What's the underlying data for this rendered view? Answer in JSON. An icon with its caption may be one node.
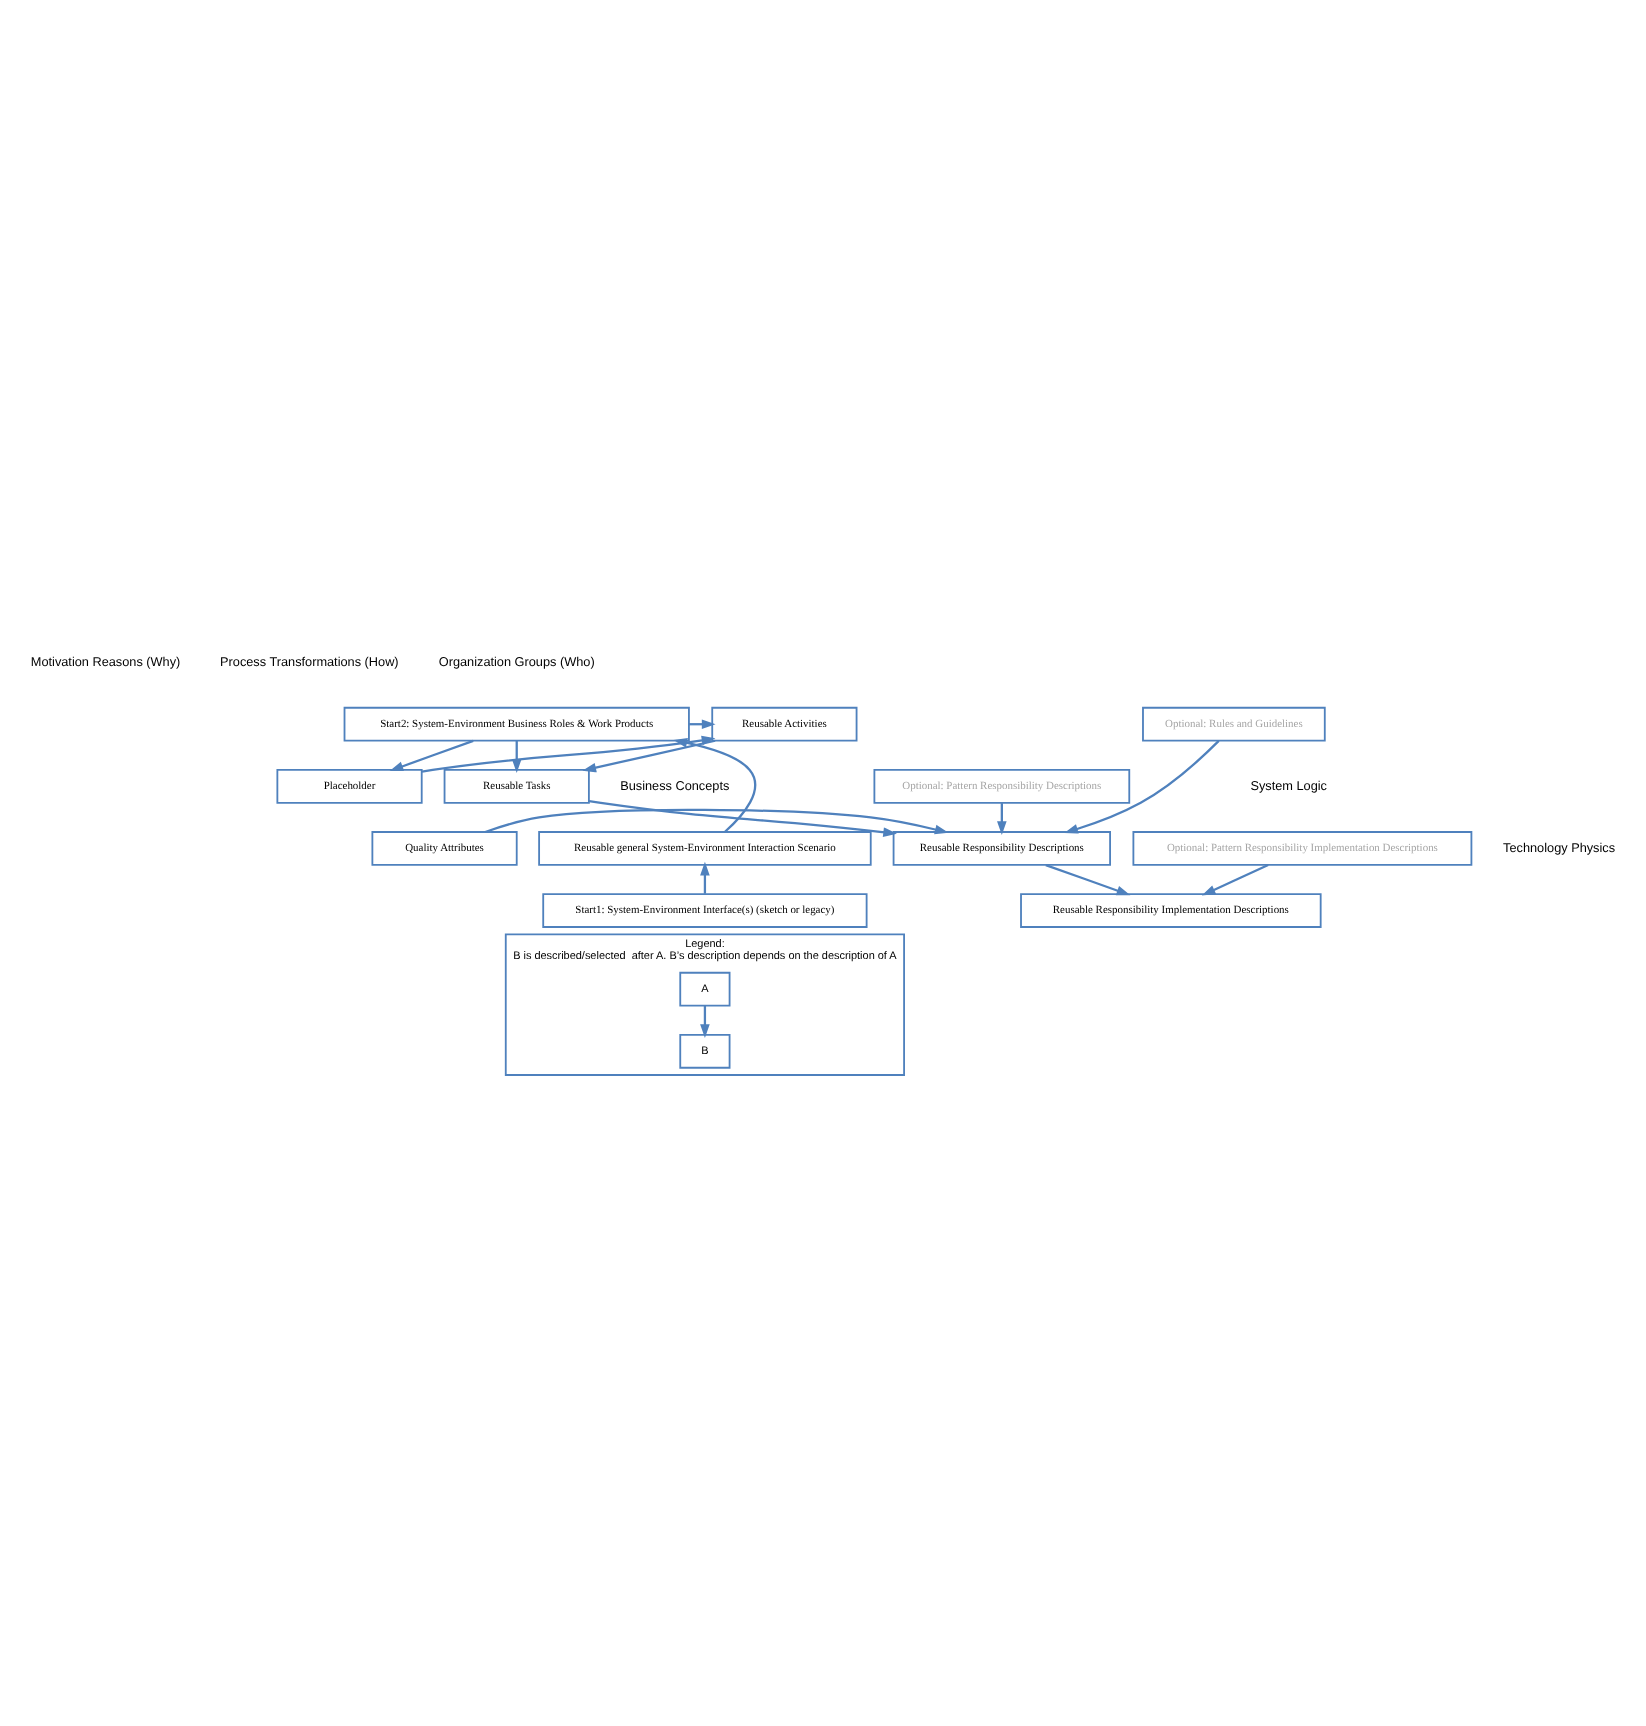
{
  "diagram": {
    "nodes": [
      {
        "text": [
          "Start2: System-Environment Business Roles & Work Products"
        ]
      },
      {
        "text": [
          "Placeholder"
        ]
      },
      {
        "text": [
          "Reusable Activities"
        ]
      },
      {
        "text": [
          "Reusable Tasks"
        ]
      },
      {
        "text": [
          "Reusable general System-Environment Interaction Scenario"
        ]
      },
      {
        "text": [
          "Reusable Responsibility Descriptions"
        ]
      },
      {
        "text": [
          "Quality Attributes"
        ]
      },
      {
        "text": [
          "Optional: Pattern Responsibility Descriptions"
        ]
      },
      {
        "text": [
          "Optional: Rules and Guidelines"
        ]
      },
      {
        "text": [
          "Start1: System-Environment Interface(s) (sketch or legacy)"
        ]
      },
      {
        "text": [
          "Reusable Responsibility Implementation Descriptions"
        ]
      },
      {
        "text": [
          "Optional: Pattern Responsibility Implementation Descriptions"
        ]
      },
      {
        "text": [
          "Legend:",
          "B is described/selected  after A. B’s description depends on the description of A"
        ]
      },
      {
        "text": [
          "A"
        ],
        "in": 12
      },
      {
        "text": [
          "B"
        ],
        "in": 12
      }
    ],
    "edges": [
      {
        "from": 0,
        "to": 1,
        "arrow": "to"
      },
      {
        "from": 0,
        "to": 2,
        "arrow": "to"
      },
      {
        "from": 0,
        "to": 3,
        "arrow": "to"
      },
      {
        "from": 1,
        "to": 2,
        "arrow": "to"
      },
      {
        "from": 2,
        "to": 3,
        "arrow": "to"
      },
      {
        "from": 3,
        "to": 5,
        "arrow": "to"
      },
      {
        "from": 4,
        "to": 0,
        "arrow": "to"
      },
      {
        "from": 9,
        "to": 4,
        "arrow": "to"
      },
      {
        "from": 6,
        "to": 5,
        "arrow": "to"
      },
      {
        "from": 8,
        "to": 5,
        "arrow": "to"
      },
      {
        "from": 7,
        "to": 5,
        "arrow": "to"
      },
      {
        "from": 5,
        "to": 10,
        "arrow": "to"
      },
      {
        "from": 11,
        "to": 10,
        "arrow": "to"
      },
      {
        "from": 13,
        "to": 14,
        "arrow": "to"
      }
    ],
    "labels": [
      "Organization Groups (Who)",
      "Process Transformations (How)",
      "Motivation Reasons (Why)",
      "Business Concepts",
      "System Logic",
      "Technology Physics"
    ]
  }
}
